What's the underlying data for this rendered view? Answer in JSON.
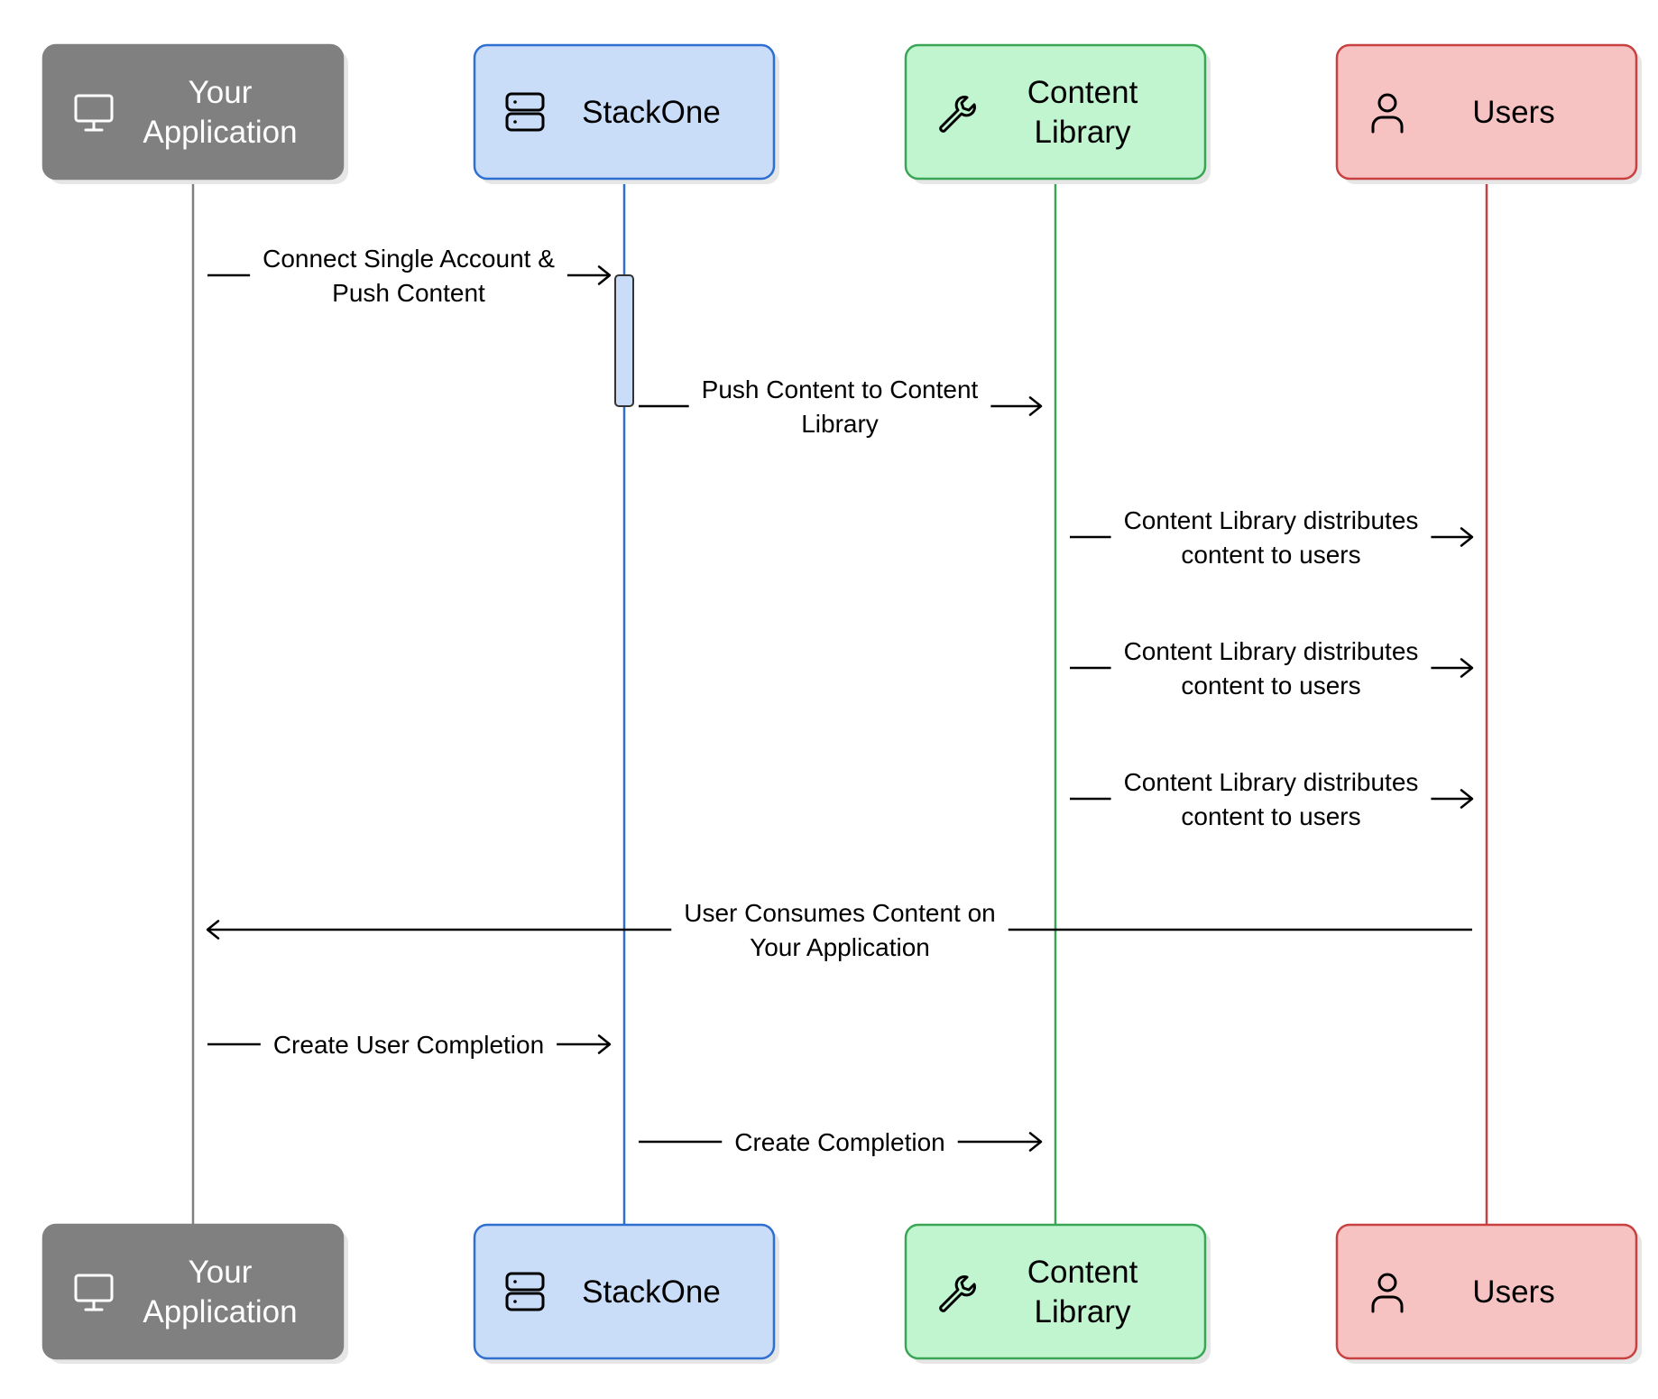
{
  "participants": [
    {
      "id": "app",
      "label_lines": [
        "Your",
        "Application"
      ],
      "icon": "monitor-icon",
      "fill": "#808080",
      "stroke": "#808080",
      "text_color": "#ffffff",
      "lifeline_color": "#808080"
    },
    {
      "id": "stackone",
      "label_lines": [
        "StackOne"
      ],
      "icon": "server-icon",
      "fill": "#c9dcf8",
      "stroke": "#2f6fd0",
      "text_color": "#000000",
      "lifeline_color": "#2f6fd0"
    },
    {
      "id": "library",
      "label_lines": [
        "Content",
        "Library"
      ],
      "icon": "wrench-icon",
      "fill": "#c0f5d0",
      "stroke": "#3aa655",
      "text_color": "#000000",
      "lifeline_color": "#3aa655"
    },
    {
      "id": "users",
      "label_lines": [
        "Users"
      ],
      "icon": "user-icon",
      "fill": "#f7c2c2",
      "stroke": "#c94040",
      "text_color": "#000000",
      "lifeline_color": "#c94040"
    }
  ],
  "messages": [
    {
      "from": "app",
      "to": "stackone",
      "label_lines": [
        "Connect Single Account &",
        "Push Content"
      ]
    },
    {
      "from": "stackone",
      "to": "library",
      "label_lines": [
        "Push Content to Content",
        "Library"
      ]
    },
    {
      "from": "library",
      "to": "users",
      "label_lines": [
        "Content Library distributes",
        "content to users"
      ]
    },
    {
      "from": "library",
      "to": "users",
      "label_lines": [
        "Content Library distributes",
        "content to users"
      ]
    },
    {
      "from": "library",
      "to": "users",
      "label_lines": [
        "Content Library distributes",
        "content to users"
      ]
    },
    {
      "from": "users",
      "to": "app",
      "label_lines": [
        "User Consumes Content on",
        "Your Application"
      ]
    },
    {
      "from": "app",
      "to": "stackone",
      "label_lines": [
        "Create User Completion"
      ]
    },
    {
      "from": "stackone",
      "to": "library",
      "label_lines": [
        "Create Completion"
      ]
    }
  ],
  "activations": [
    {
      "participant": "stackone",
      "from_message": 0,
      "to_message": 1
    }
  ],
  "colors": {
    "line": "#000000",
    "activation_fill": "#c9dcf8",
    "activation_stroke": "#333333",
    "shadow": "#e6e6e6"
  }
}
